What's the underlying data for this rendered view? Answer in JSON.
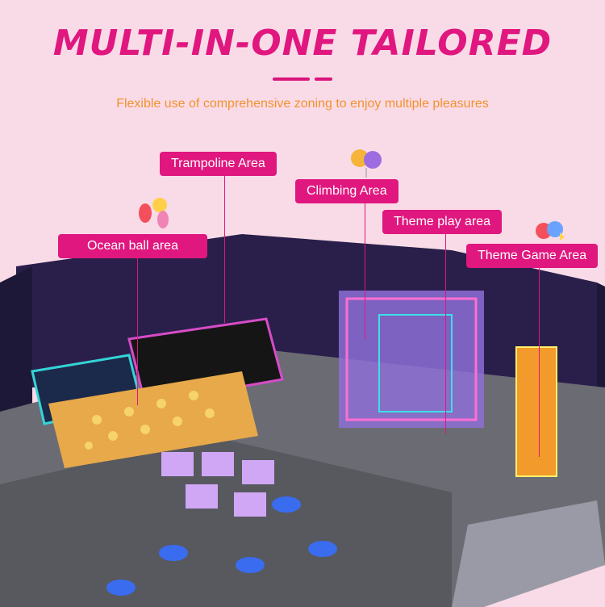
{
  "header": {
    "title": "MULTI-IN-ONE TAILORED",
    "subtitle": "Flexible use of comprehensive zoning to enjoy multiple pleasures"
  },
  "colors": {
    "accent": "#e0177f",
    "subtitle": "#f2922c",
    "background": "#f9dbe8"
  },
  "callouts": {
    "trampoline": "Trampoline Area",
    "climbing": "Climbing Area",
    "theme_play": "Theme play area",
    "ocean_ball": "Ocean ball area",
    "theme_game": "Theme Game Area"
  }
}
